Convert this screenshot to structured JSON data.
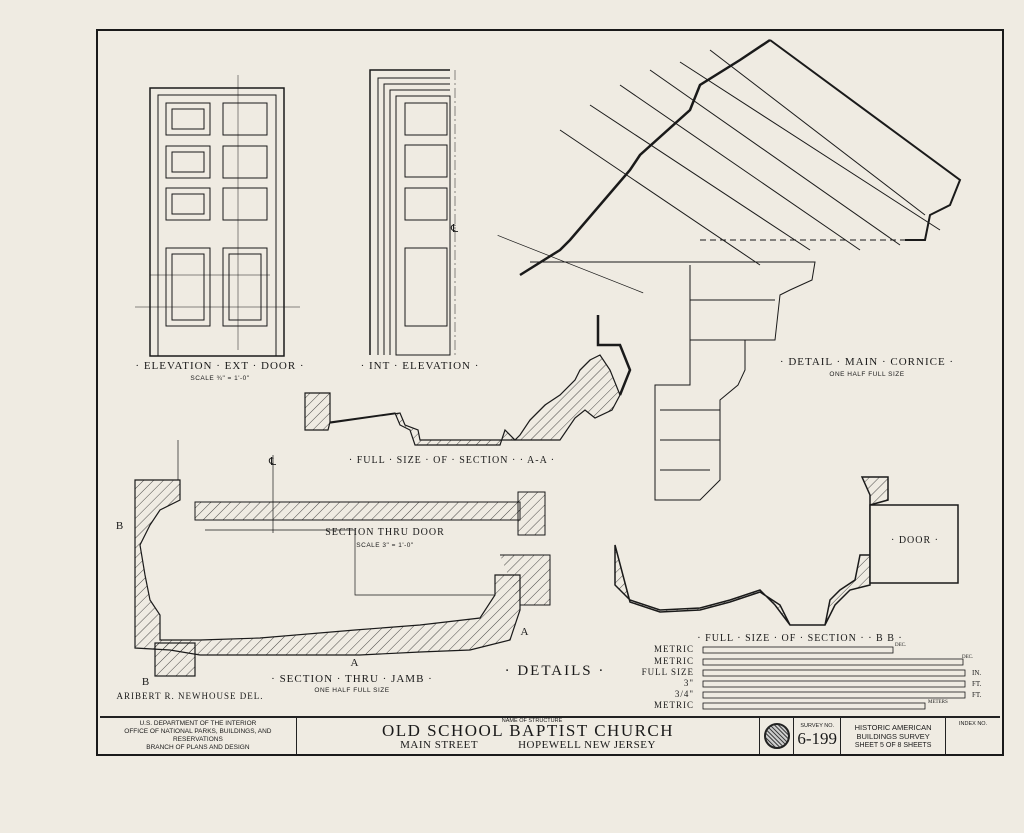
{
  "labels": {
    "elevation_ext_door": "· ELEVATION · EXT · DOOR ·",
    "elevation_ext_door_scale": "SCALE ¾\" = 1'-0\"",
    "int_elevation": "· INT · ELEVATION ·",
    "detail_main_cornice": "· DETAIL · MAIN · CORNICE ·",
    "detail_main_cornice_scale": "ONE HALF FULL SIZE",
    "section_aa": "· FULL · SIZE · OF · SECTION · · A-A ·",
    "section_thru_door": "SECTION THRU DOOR",
    "section_thru_door_scale": "SCALE 3\" = 1'-0\"",
    "section_thru_jamb": "· SECTION · THRU · JAMB ·",
    "section_thru_jamb_scale": "ONE HALF FULL SIZE",
    "details": "· DETAILS ·",
    "delineator": "ARIBERT R. NEWHOUSE DEL.",
    "section_bb": "· FULL · SIZE · OF · SECTION · · B B ·",
    "door": "· DOOR ·",
    "marker_a": "A",
    "marker_b": "B",
    "centerline": "℄"
  },
  "scales": {
    "rows": [
      "METRIC",
      "METRIC",
      "FULL SIZE",
      "3\"",
      "3/4\"",
      "METRIC"
    ],
    "units": [
      "IN.",
      "FT.",
      "FT.",
      "METERS",
      "DEC.",
      "DEC."
    ]
  },
  "title_block": {
    "agency_line1": "U.S. DEPARTMENT OF THE INTERIOR",
    "agency_line2": "OFFICE OF NATIONAL PARKS, BUILDINGS, AND RESERVATIONS",
    "agency_line3": "BRANCH OF PLANS AND DESIGN",
    "name_caption": "NAME OF STRUCTURE",
    "structure_name": "OLD SCHOOL BAPTIST CHURCH",
    "street": "MAIN STREET",
    "location": "HOPEWELL NEW JERSEY",
    "survey_caption": "SURVEY NO.",
    "survey_no": "6-199",
    "habs_line1": "HISTORIC AMERICAN",
    "habs_line2": "BUILDINGS SURVEY",
    "sheet_text": "SHEET 5 OF 8 SHEETS",
    "index_caption": "INDEX NO."
  }
}
